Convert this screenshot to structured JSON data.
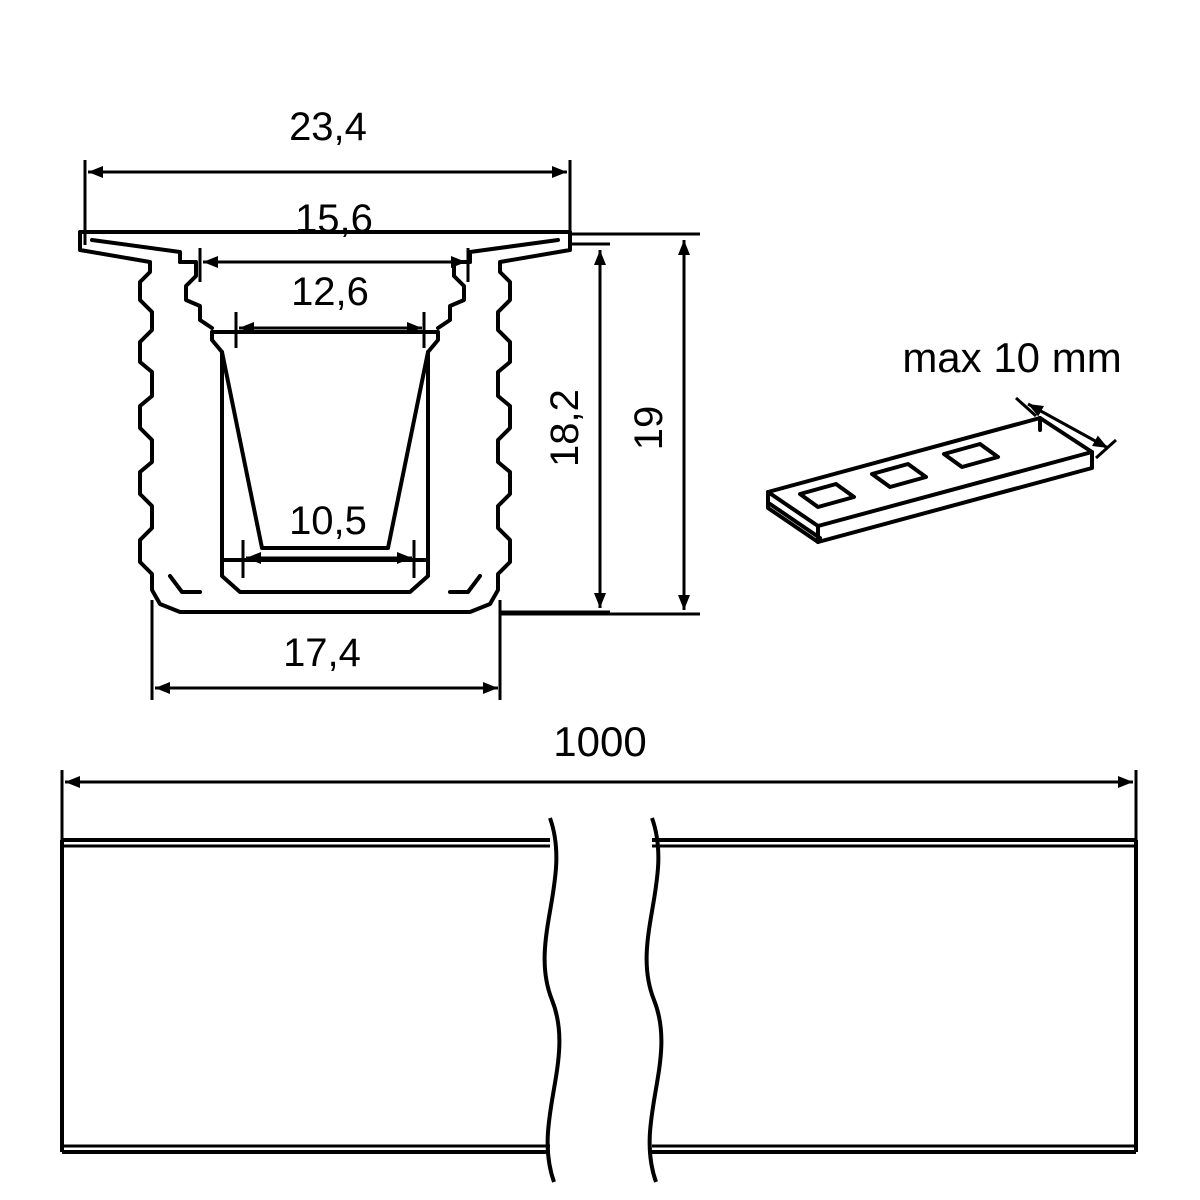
{
  "drawing": {
    "title": "led-profile-technical-drawing",
    "units": "mm",
    "line_color": "#000000",
    "background_color": "#ffffff"
  },
  "cross_section": {
    "dimensions": {
      "outer_width": "23,4",
      "recess_width": "15,6",
      "channel_top_width": "12,6",
      "channel_bottom_width": "10,5",
      "body_width": "17,4",
      "inner_height": "18,2",
      "total_height": "19"
    }
  },
  "strip": {
    "label": "max 10 mm"
  },
  "length_view": {
    "label": "1000"
  }
}
